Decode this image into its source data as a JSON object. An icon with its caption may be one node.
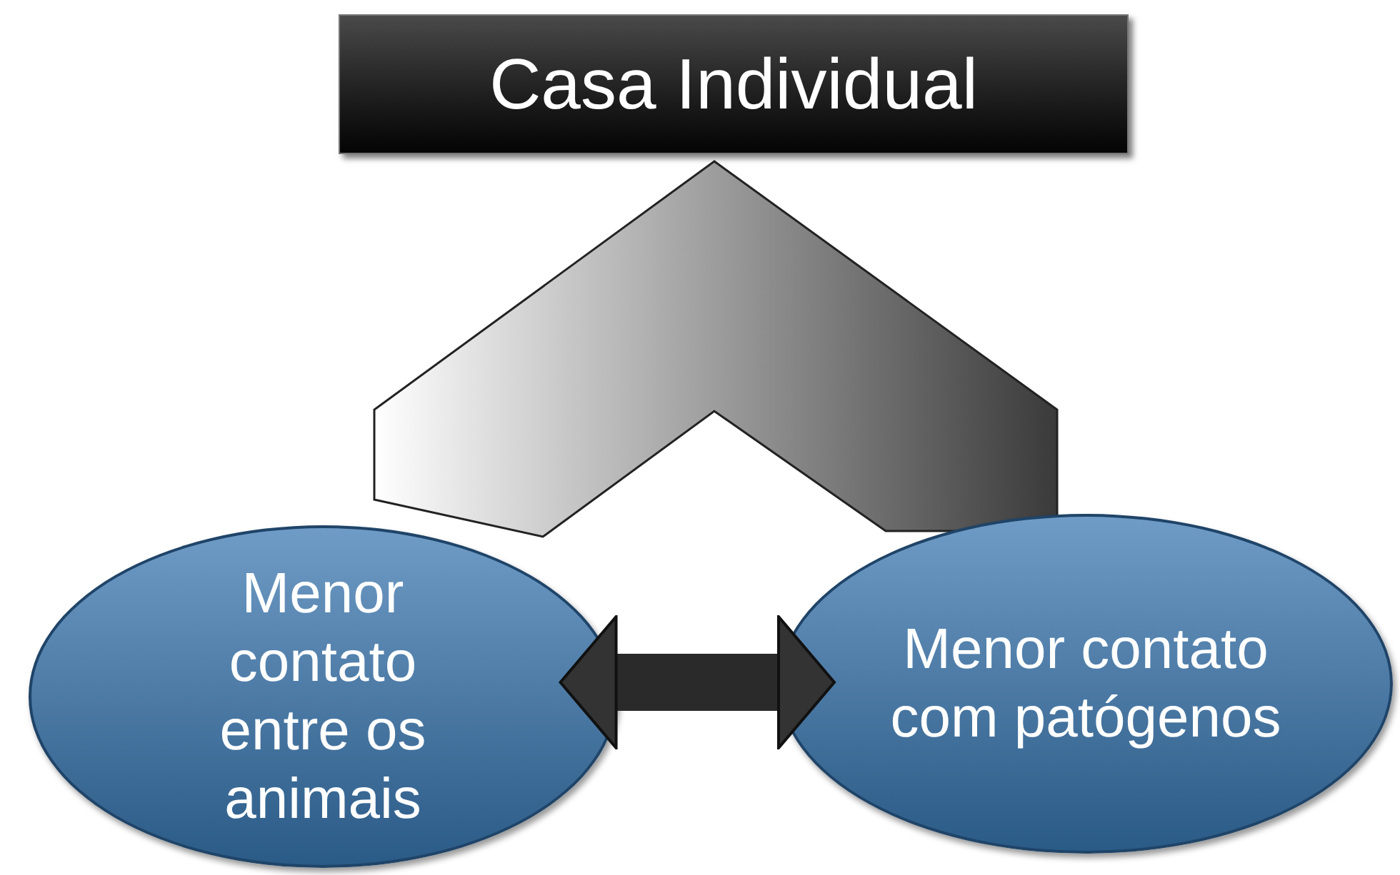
{
  "diagram": {
    "nodes": [
      {
        "text": [
          "Casa Individual"
        ]
      },
      {
        "text": [
          "Menor contato entre os animais"
        ]
      },
      {
        "text": [
          "Menor contato com patógenos"
        ]
      }
    ],
    "edges": [
      {
        "from": 1,
        "to": 2,
        "arrow": "both"
      }
    ]
  }
}
